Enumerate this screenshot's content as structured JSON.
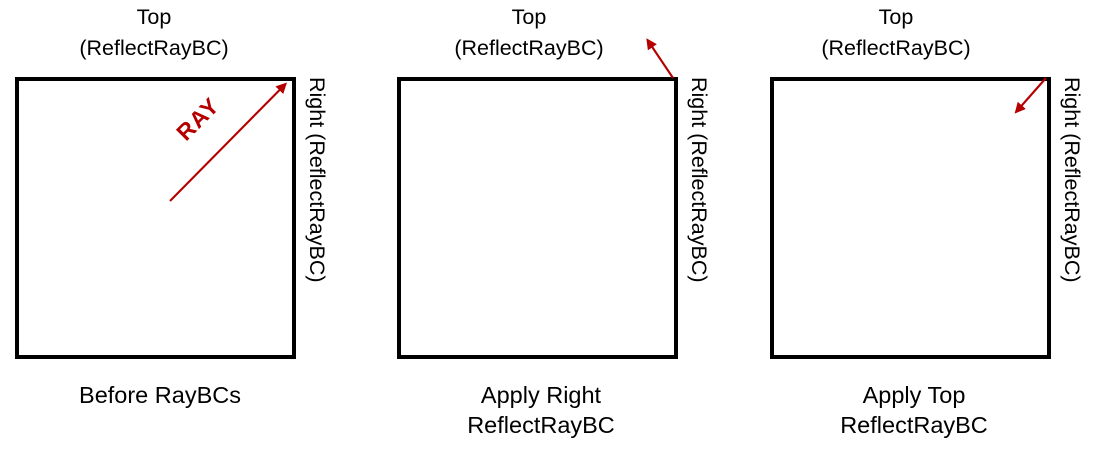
{
  "figure": {
    "title": "ReflectRayBC boundary condition sequence",
    "ray_color": "#b50000",
    "box_color": "#000000",
    "background": "#ffffff"
  },
  "panels": [
    {
      "id": "before-raybcs",
      "top_label_line1": "Top",
      "top_label_line2": "(ReflectRayBC)",
      "side_label": "Right (ReflectRayBC)",
      "caption_line1": "Before RayBCs",
      "caption_line2": "",
      "ray_label": "RAY",
      "arrow_description": "ray travelling up-right, hitting the top-right corner from inside"
    },
    {
      "id": "apply-right-reflectraybc",
      "top_label_line1": "Top",
      "top_label_line2": "(ReflectRayBC)",
      "side_label": "Right (ReflectRayBC)",
      "caption_line1": "Apply Right",
      "caption_line2": "ReflectRayBC",
      "ray_label": "",
      "arrow_description": "ray reflected off the right boundary, now pointing up-left outside the box"
    },
    {
      "id": "apply-top-reflectraybc",
      "top_label_line1": "Top",
      "top_label_line2": "(ReflectRayBC)",
      "side_label": "Right (ReflectRayBC)",
      "caption_line1": "Apply Top",
      "caption_line2": "ReflectRayBC",
      "ray_label": "",
      "arrow_description": "ray reflected off the top boundary, now pointing down-left inside the box"
    }
  ]
}
